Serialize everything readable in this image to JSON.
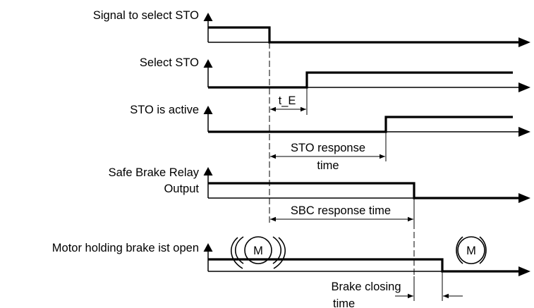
{
  "labels": {
    "signal_to_select_sto": "Signal to select STO",
    "select_sto": "Select STO",
    "sto_is_active": "STO is active",
    "safe_brake_relay_line1": "Safe Brake Relay",
    "safe_brake_relay_line2": "Output",
    "motor_holding_brake": "Motor holding brake ist open"
  },
  "intervals": {
    "t_e": "t_E",
    "sto_response_line1": "STO response",
    "sto_response_line2": "time",
    "sbc_response": "SBC response time",
    "brake_closing_line1": "Brake closing",
    "brake_closing_line2": "time"
  },
  "motor_symbol": "M"
}
